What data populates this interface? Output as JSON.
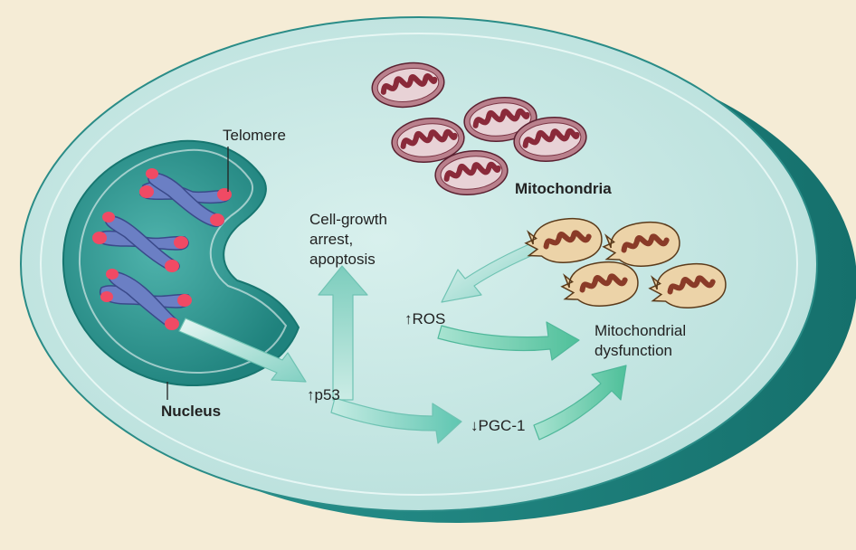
{
  "labels": {
    "telomere": "Telomere",
    "mitochondria": "Mitochondria",
    "nucleus": "Nucleus",
    "growth_arrest_1": "Cell-growth",
    "growth_arrest_2": "arrest,",
    "growth_arrest_3": "apoptosis",
    "ros": "↑ROS",
    "p53": "↑p53",
    "pgc1": "↓PGC-1",
    "dysfunction_1": "Mitochondrial",
    "dysfunction_2": "dysfunction"
  },
  "colors": {
    "background": "#f5ecd6",
    "cell_fill": "#c9e8e5",
    "cell_shadow": "#1e8a86",
    "nucleus": "#2d9590",
    "chromosome": "#6b7fc4",
    "telomere": "#f04a64",
    "healthy_mitochondria": "#b87a88",
    "dysfunctional_mitochondria": "#f0dcb8",
    "arrow": "#6cc3b0"
  }
}
